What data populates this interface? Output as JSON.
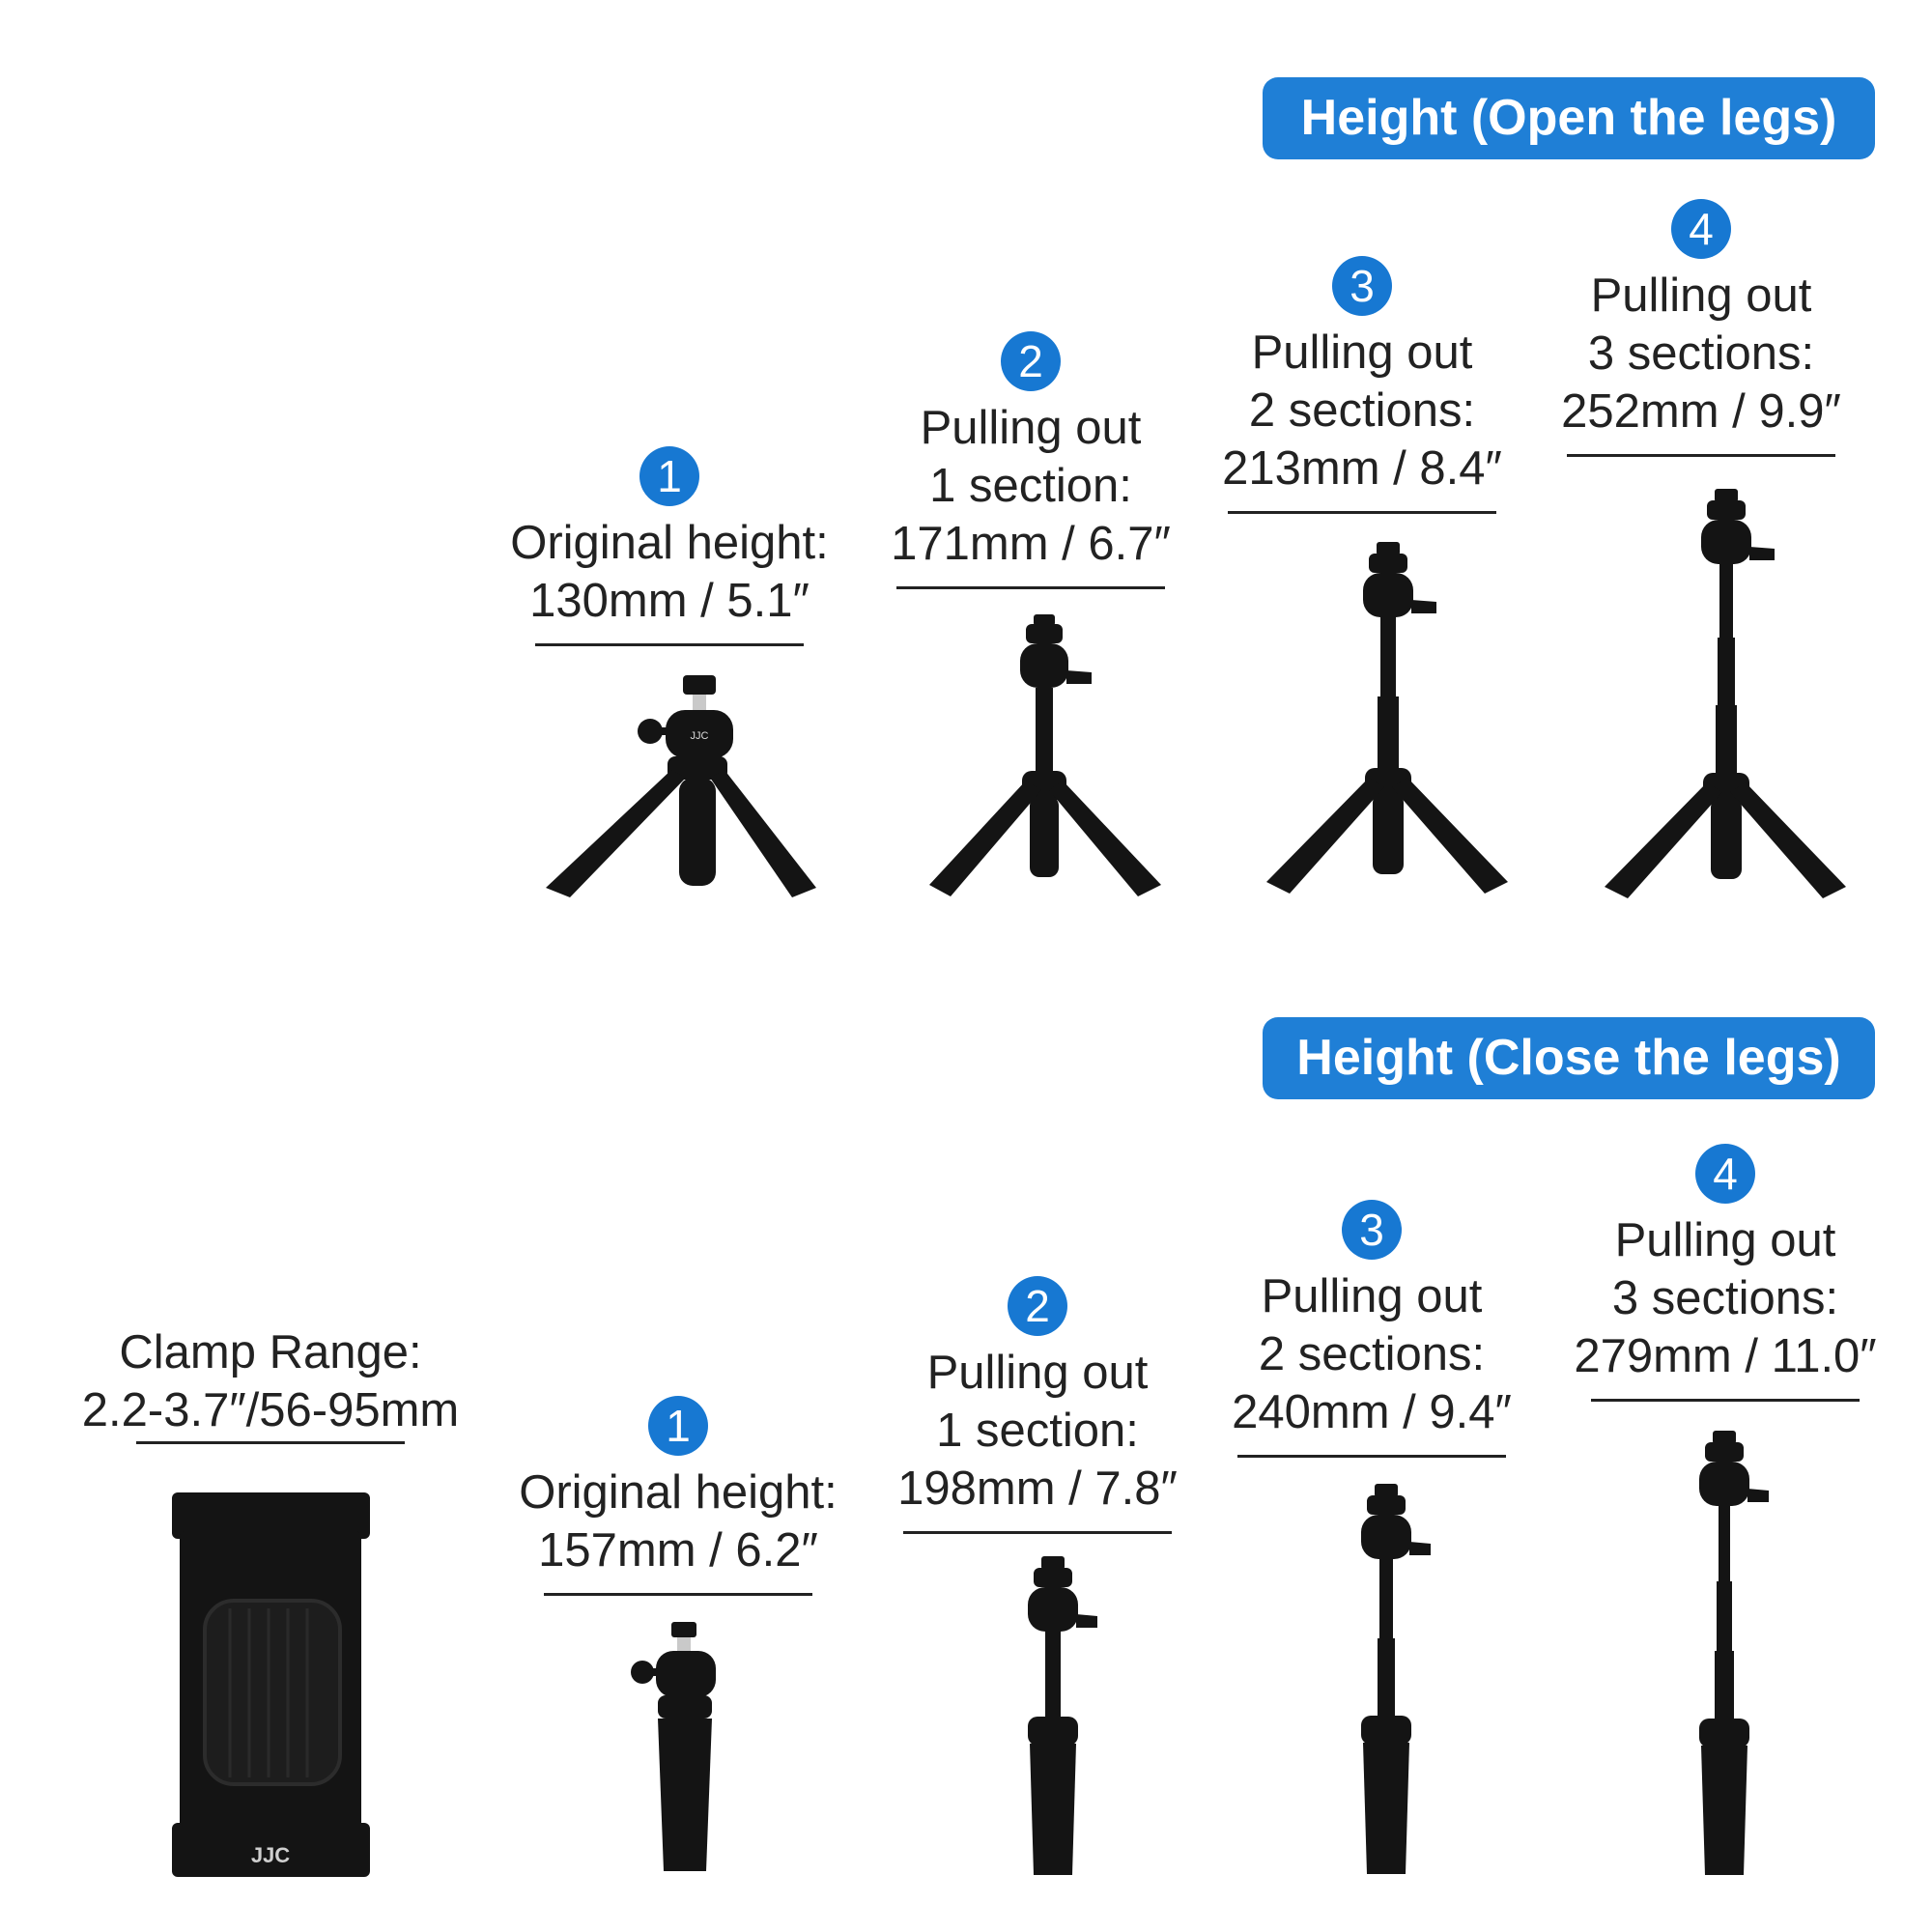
{
  "open_legs": {
    "banner": "Height (Open the legs)",
    "steps": [
      {
        "num": "1",
        "lines": [
          "Original height:",
          "130mm / 5.1″"
        ]
      },
      {
        "num": "2",
        "lines": [
          "Pulling out",
          "1 section:",
          "171mm / 6.7″"
        ]
      },
      {
        "num": "3",
        "lines": [
          "Pulling out",
          "2 sections:",
          "213mm / 8.4″"
        ]
      },
      {
        "num": "4",
        "lines": [
          "Pulling out",
          "3 sections:",
          "252mm / 9.9″"
        ]
      }
    ]
  },
  "close_legs": {
    "banner": "Height (Close the legs)",
    "steps": [
      {
        "num": "1",
        "lines": [
          "Original height:",
          "157mm / 6.2″"
        ]
      },
      {
        "num": "2",
        "lines": [
          "Pulling out",
          "1 section:",
          "198mm / 7.8″"
        ]
      },
      {
        "num": "3",
        "lines": [
          "Pulling out",
          "2 sections:",
          "240mm / 9.4″"
        ]
      },
      {
        "num": "4",
        "lines": [
          "Pulling out",
          "3 sections:",
          "279mm / 11.0″"
        ]
      }
    ]
  },
  "clamp": {
    "lines": [
      "Clamp Range:",
      "2.2-3.7″/56-95mm"
    ]
  },
  "brand": {
    "logo": "JJC"
  },
  "colors": {
    "accent": "#1f7fd6",
    "product": "#141414"
  }
}
